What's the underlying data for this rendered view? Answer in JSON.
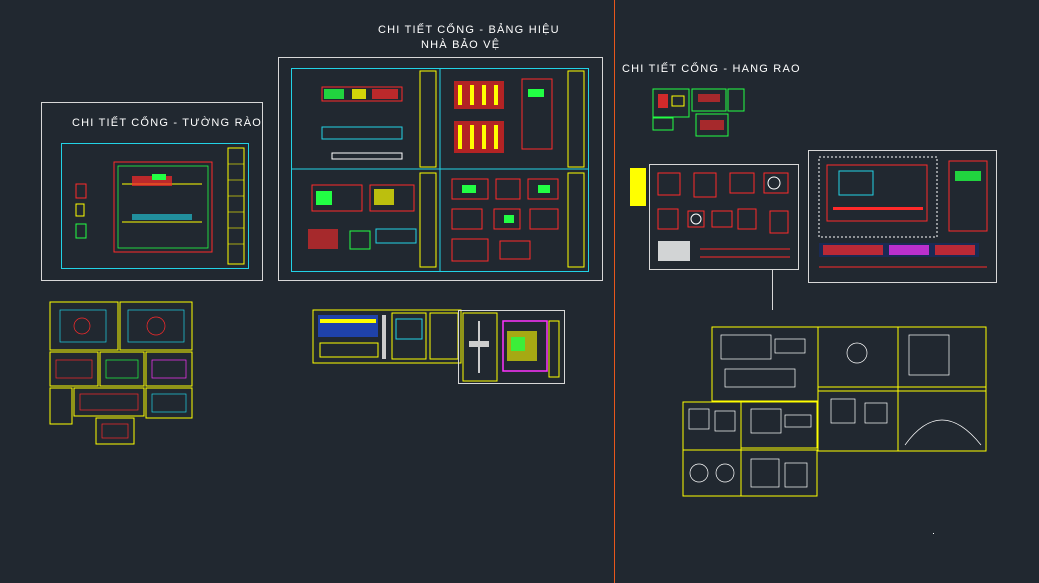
{
  "drawings": {
    "tuong_rao": {
      "title": "CHI TIẾT CỔNG - TƯỜNG RÀO"
    },
    "bang_hieu": {
      "title_line1": "CHI TIẾT CỔNG - BẢNG HIỆU",
      "title_line2": "NHÀ BẢO VỆ"
    },
    "hang_rao": {
      "title": "CHI TIẾT CỔNG - HANG RAO"
    }
  },
  "colors": {
    "background": "#212830",
    "divider": "#e8571c",
    "title_text": "#ffffff",
    "frame_cyan": "#22d3e6",
    "frame_yellow": "#ffff00",
    "frame_green": "#22ff44",
    "accent_red": "#ff2a2a",
    "accent_magenta": "#ff33ff"
  }
}
